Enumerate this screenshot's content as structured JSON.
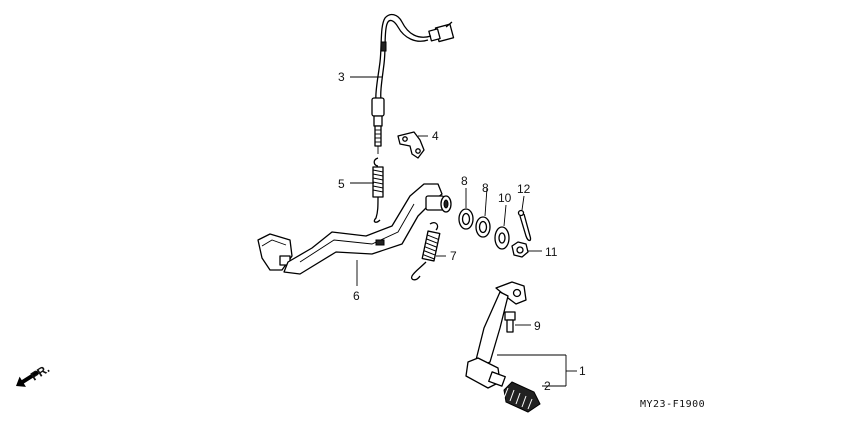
{
  "diagram_code": "MY23-F1900",
  "direction_label": "FR.",
  "callouts": [
    "1",
    "2",
    "3",
    "4",
    "5",
    "6",
    "7",
    "8",
    "8",
    "9",
    "10",
    "11",
    "12"
  ]
}
